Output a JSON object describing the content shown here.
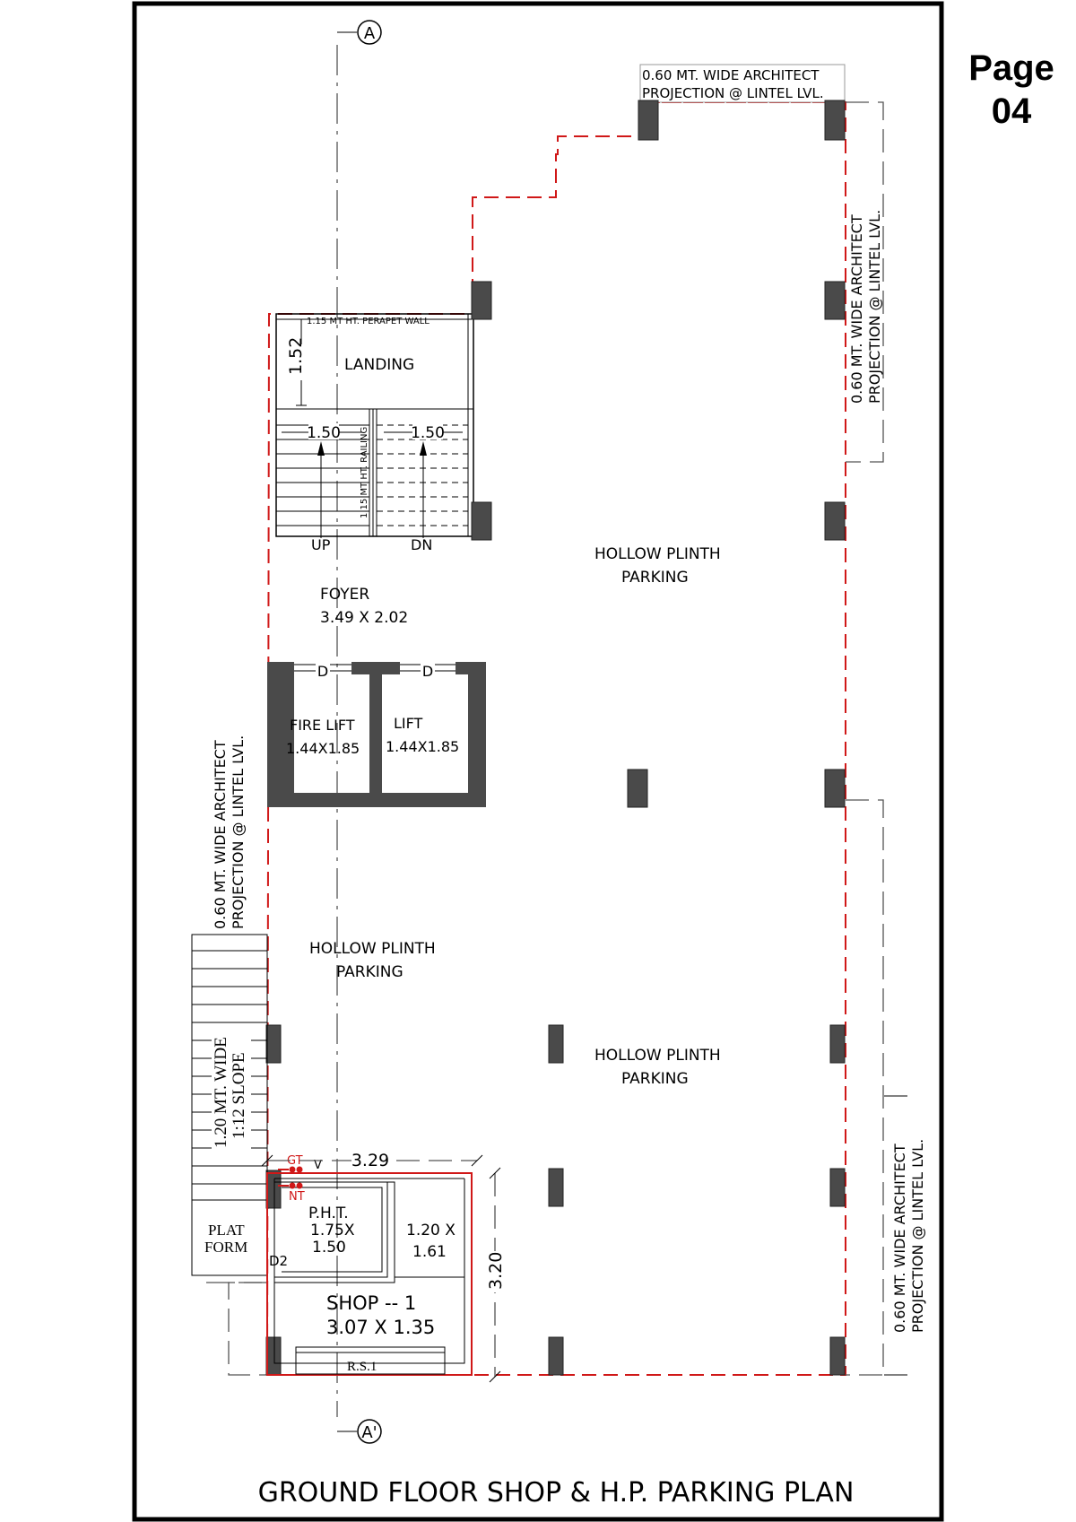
{
  "page": {
    "label_line1": "Page",
    "label_line2": "04"
  },
  "title": "GROUND FLOOR  SHOP & H.P. PARKING PLAN",
  "grid_markers": {
    "top": "A",
    "bottom": "A'"
  },
  "projection_notes": {
    "top_line1": "0.60 MT. WIDE ARCHITECT",
    "top_line2": "PROJECTION @ LINTEL LVL.",
    "right_upper_line1": "0.60 MT. WIDE ARCHITECT",
    "right_upper_line2": "PROJECTION @ LINTEL LVL.",
    "left_line1": "0.60 MT. WIDE ARCHITECT",
    "left_line2": "PROJECTION @ LINTEL LVL.",
    "right_lower_line1": "0.60 MT. WIDE ARCHITECT",
    "right_lower_line2": "PROJECTION @ LINTEL LVL."
  },
  "stair": {
    "parapet": "1.15 MT HT. PERAPET WALL",
    "landing": "LANDING",
    "landing_dim": "1.52",
    "flight_left_dim": "1.50",
    "flight_right_dim": "1.50",
    "railing": "1.15 MT HT. RAILING",
    "up": "UP",
    "down": "DN"
  },
  "foyer": {
    "name": "FOYER",
    "size": "3.49 X 2.02"
  },
  "fire_lift": {
    "name": "FIRE LIFT",
    "size": "1.44X1.85",
    "door": "D"
  },
  "lift": {
    "name": "LIFT",
    "size": "1.44X1.85",
    "door": "D"
  },
  "parking_upper_right": {
    "line1": "HOLLOW PLINTH",
    "line2": "PARKING"
  },
  "parking_left": {
    "line1": "HOLLOW PLINTH",
    "line2": "PARKING"
  },
  "parking_lower_right": {
    "line1": "HOLLOW PLINTH",
    "line2": "PARKING"
  },
  "ramp": {
    "line1": "1.20 MT. WIDE",
    "line2": "1:12 SLOPE"
  },
  "platform": {
    "line1": "PLAT",
    "line2": "FORM"
  },
  "pht": {
    "line1": "P.H.T.",
    "line2": "1.75X",
    "line3": "1.50",
    "door": "D2"
  },
  "toilet_room": {
    "line1": "1.20 X",
    "line2": "1.61"
  },
  "shop": {
    "name": "SHOP -- 1",
    "size": "3.07 X 1.35",
    "counter": "R.S.1"
  },
  "shop_dims": {
    "width": "3.29",
    "depth": "3.20"
  },
  "tanks": {
    "gt": "GT",
    "nt": "NT",
    "vent": "V"
  },
  "colors": {
    "projection_line": "#d01818",
    "column_fill": "#4a4a4a"
  }
}
